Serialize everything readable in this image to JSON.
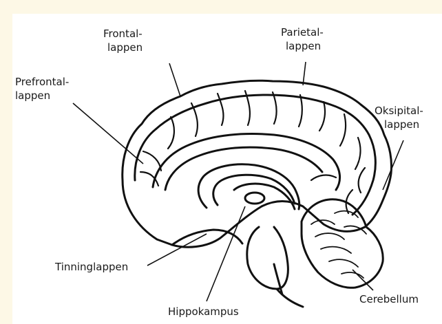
{
  "diagram": {
    "labels": {
      "frontal_1": "Frontal-",
      "frontal_2": "lappen",
      "parietal_1": "Parietal-",
      "parietal_2": "lappen",
      "prefrontal_1": "Prefrontal-",
      "prefrontal_2": "lappen",
      "occipital_1": "Oksipital-",
      "occipital_2": "lappen",
      "temporal": "Tinninglappen",
      "hippocampus": "Hippokampus",
      "cerebellum": "Cerebellum"
    }
  }
}
